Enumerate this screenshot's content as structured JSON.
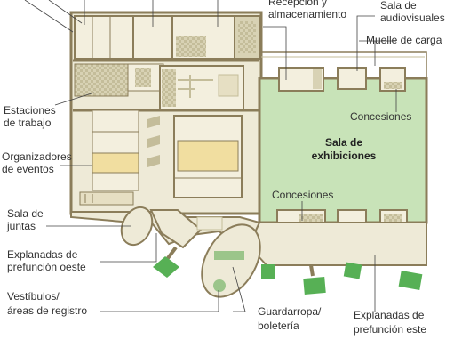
{
  "labels": {
    "reception_1": "Recepción y",
    "reception_2": "almacenamiento",
    "av_1": "Sala de",
    "av_2": "audiovisuales",
    "loading_dock": "Muelle de carga",
    "workstations_1": "Estaciones",
    "workstations_2": "de trabajo",
    "concessions_top": "Concesiones",
    "organizers_1": "Organizadores",
    "organizers_2": "de eventos",
    "exhibit_1": "Sala de",
    "exhibit_2": "exhibiciones",
    "concessions_bottom": "Concesiones",
    "meeting_1": "Sala de",
    "meeting_2": "juntas",
    "west_prefunction_1": "Explanadas de",
    "west_prefunction_2": "prefunción oeste",
    "lobbies_1": "Vestíbulos/",
    "lobbies_2": "áreas de registro",
    "coatcheck_1": "Guardarropa/",
    "coatcheck_2": "boletería",
    "east_prefunction_1": "Explanadas de",
    "east_prefunction_2": "prefunción este"
  },
  "colors": {
    "building": "#eeead7",
    "wall": "#8b7d5a",
    "exhibit_hall": "#c8e3b8",
    "highlight": "#f1dea0",
    "shade": "#c4bd9a",
    "green": "#57b055",
    "leader": "#444444"
  }
}
